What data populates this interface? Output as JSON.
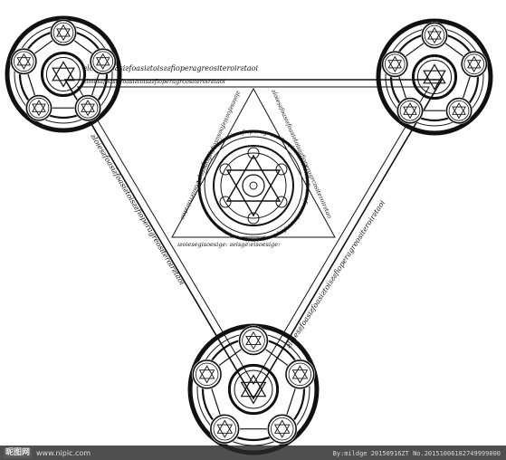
{
  "watermark": {
    "logo": "昵图网",
    "url": "www.nipic.com",
    "id_text": "By:mildge 20150916ZT No.20151006182749999000"
  },
  "artwork": {
    "script_top": "ƨloiesƨfoasiƨfoasiƨtoisƨƨfioperagreositeroirƨtaoi",
    "script_left": "ƨloiesƨfoasiƨfoasiƨtoisƨƨfioperagreositeroirƨtaoi",
    "script_right": "ƨloiesƨfoasiƨfoasiƨtoisƨƨfioperagreositeroirƨtaoi",
    "script_inner_base": "ıƨoiesegisoesige: ƨeisge:eisoesige:",
    "script_small": "ƨloiesƨfoasiƨfoasiƨtoisƨƨfioperagrcositeroirƨtaoi"
  }
}
